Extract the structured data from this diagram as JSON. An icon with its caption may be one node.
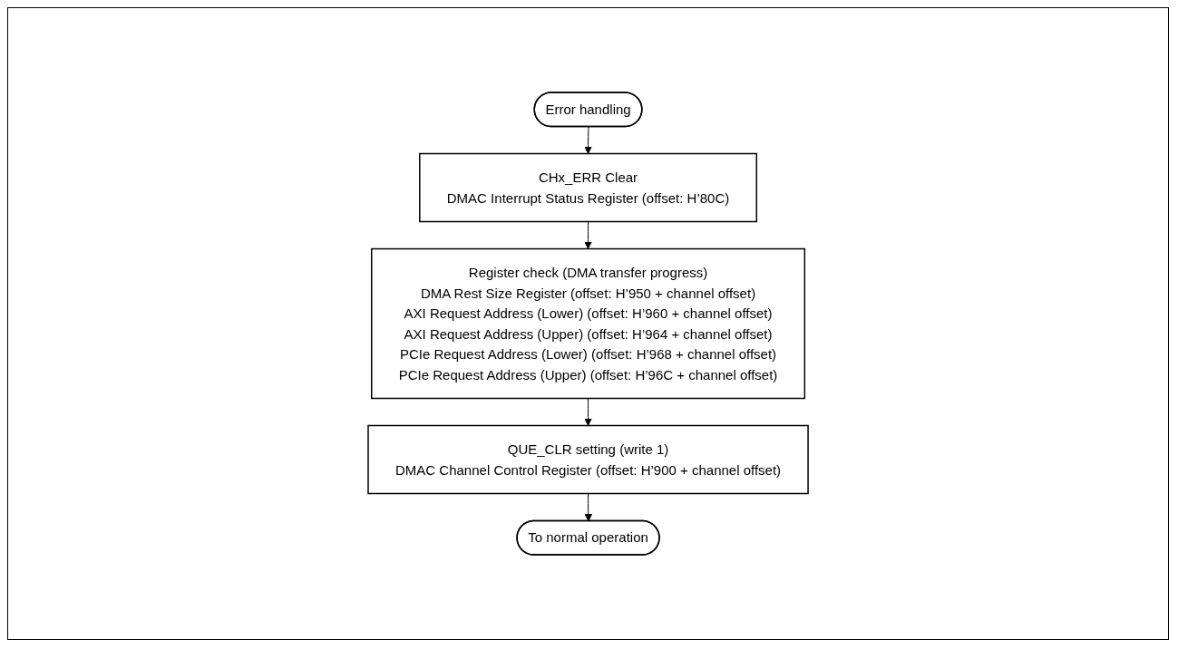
{
  "diagram": {
    "nodes": [
      {
        "text": [
          "Error handling"
        ]
      },
      {
        "text": [
          "CHx_ERR Clear",
          "DMAC Interrupt Status Register (offset: H’80C)"
        ]
      },
      {
        "text": [
          "Register check (DMA transfer progress)",
          "DMA Rest Size Register (offset: H’950 + channel offset)",
          "AXI Request Address (Lower) (offset: H’960 + channel offset)",
          "AXI Request Address (Upper) (offset: H’964 + channel offset)",
          "PCIe Request Address (Lower) (offset: H’968 + channel offset)",
          "PCIe Request Address (Upper) (offset: H’96C + channel offset)"
        ]
      },
      {
        "text": [
          "QUE_CLR setting (write 1)",
          "DMAC Channel Control Register (offset: H’900 + channel offset)"
        ]
      },
      {
        "text": [
          "To normal operation"
        ]
      }
    ],
    "edges": [
      {
        "from": 0,
        "to": 1,
        "arrow": "to"
      },
      {
        "from": 1,
        "to": 2,
        "arrow": "to"
      },
      {
        "from": 2,
        "to": 3,
        "arrow": "to"
      },
      {
        "from": 3,
        "to": 4,
        "arrow": "to"
      }
    ]
  }
}
